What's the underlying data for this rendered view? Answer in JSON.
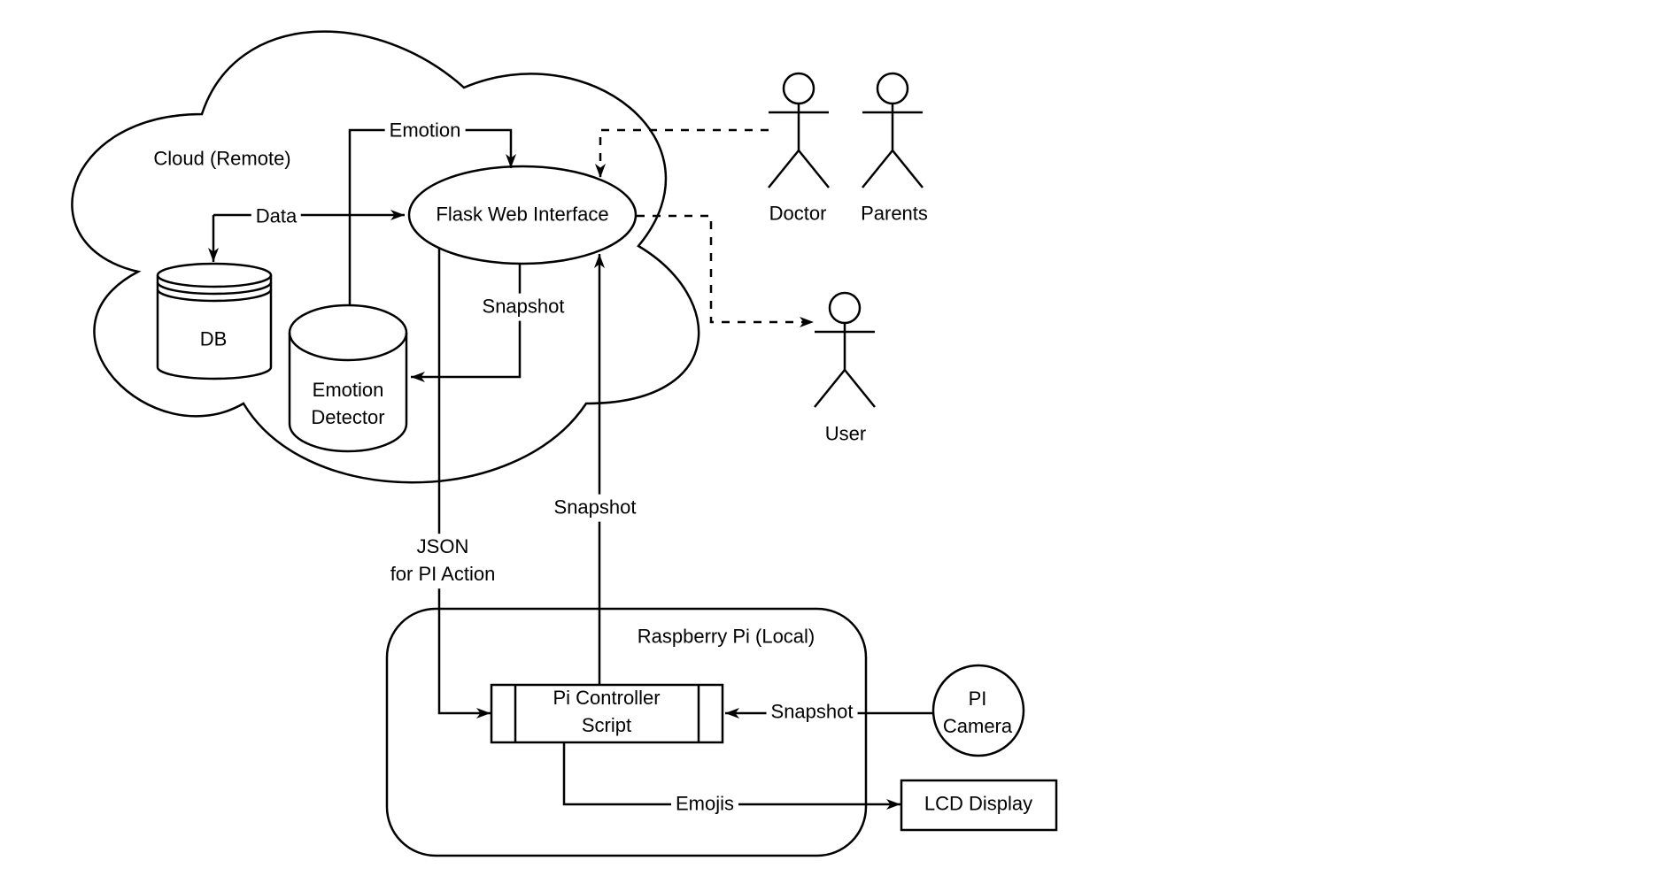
{
  "diagram": {
    "colors": {
      "canvas": "#ffffff",
      "stroke": "#000000",
      "text": "#000000"
    },
    "cloud": {
      "label": "Cloud (Remote)"
    },
    "nodes": {
      "db": {
        "label": "DB"
      },
      "emotion_detector": {
        "label_line1": "Emotion",
        "label_line2": "Detector"
      },
      "flask": {
        "label": "Flask Web Interface"
      },
      "raspberry_pi": {
        "label": "Raspberry Pi (Local)"
      },
      "pi_controller": {
        "label_line1": "Pi Controller",
        "label_line2": "Script"
      },
      "pi_camera": {
        "label_line1": "PI",
        "label_line2": "Camera"
      },
      "lcd_display": {
        "label": "LCD Display"
      }
    },
    "actors": {
      "doctor": {
        "label": "Doctor"
      },
      "parents": {
        "label": "Parents"
      },
      "user": {
        "label": "User"
      }
    },
    "edges": {
      "emotion": {
        "label": "Emotion"
      },
      "data": {
        "label": "Data"
      },
      "snapshot_flask_to_detector": {
        "label": "Snapshot"
      },
      "snapshot_pi_to_flask": {
        "label": "Snapshot"
      },
      "snapshot_camera_to_pi": {
        "label": "Snapshot"
      },
      "json_for_pi_action": {
        "label_line1": "JSON",
        "label_line2": "for PI Action"
      },
      "emojis": {
        "label": "Emojis"
      }
    }
  }
}
